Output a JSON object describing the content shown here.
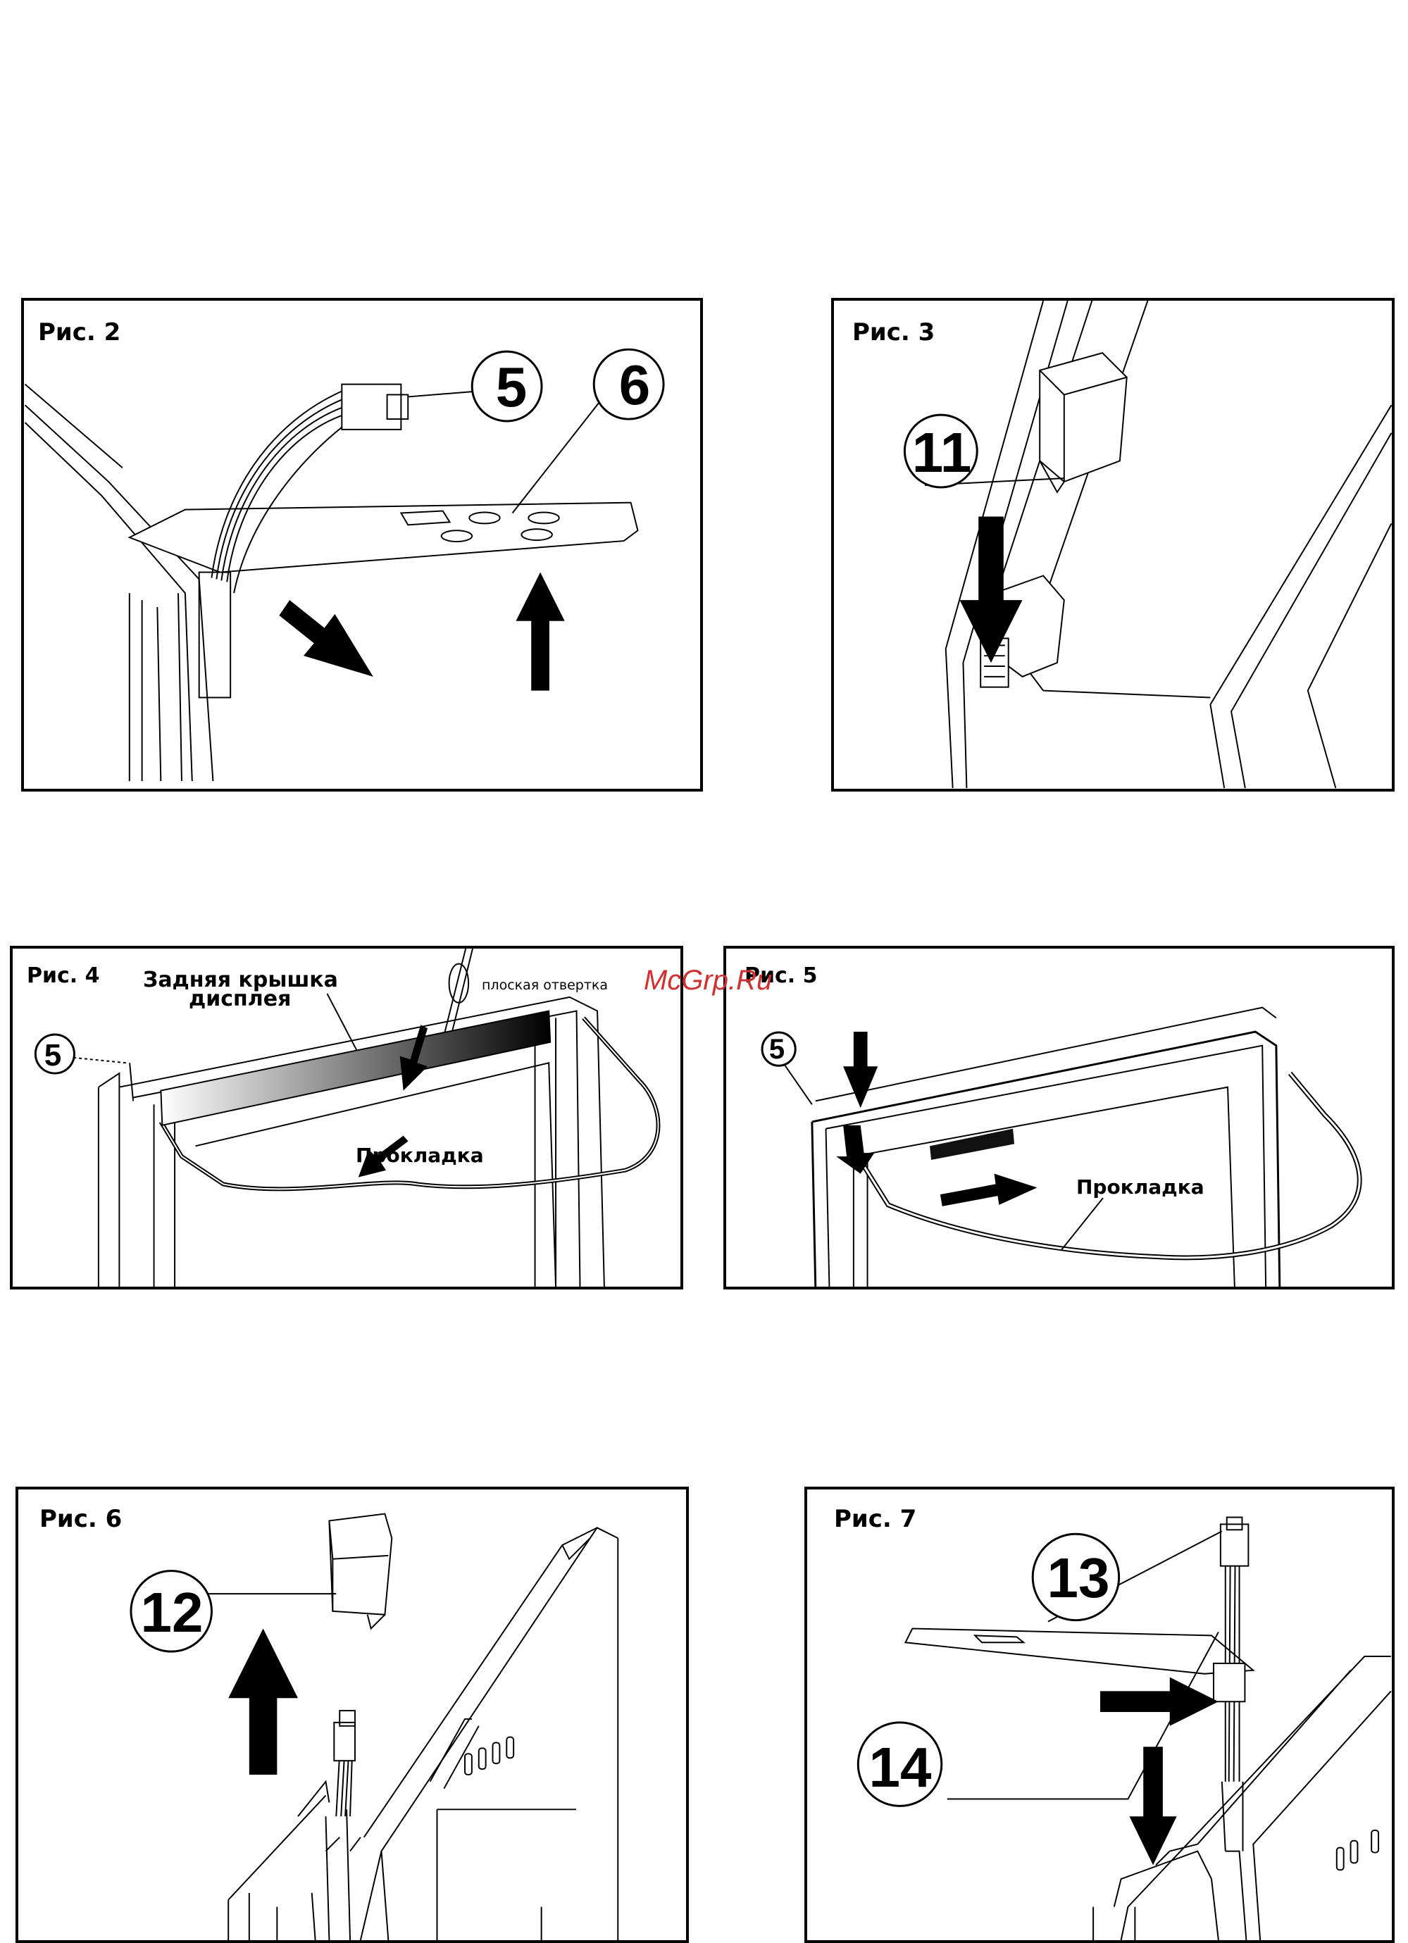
{
  "figures": {
    "fig2": {
      "label": "Рис. 2",
      "callouts": [
        "5",
        "6"
      ]
    },
    "fig3": {
      "label": "Рис. 3",
      "callouts": [
        "11"
      ]
    },
    "fig4": {
      "label": "Рис. 4",
      "callouts": [
        "5"
      ],
      "rear_cover_line1": "Задняя крышка",
      "rear_cover_line2": "дисплея",
      "screwdriver": "плоская отвертка",
      "gasket": "Прокладка"
    },
    "fig5": {
      "label": "Рис. 5",
      "callouts": [
        "5"
      ],
      "gasket": "Прокладка"
    },
    "fig6": {
      "label": "Рис. 6",
      "callouts": [
        "12"
      ]
    },
    "fig7": {
      "label": "Рис. 7",
      "callouts": [
        "13",
        "14"
      ]
    }
  },
  "watermark": "McGrp.Ru"
}
